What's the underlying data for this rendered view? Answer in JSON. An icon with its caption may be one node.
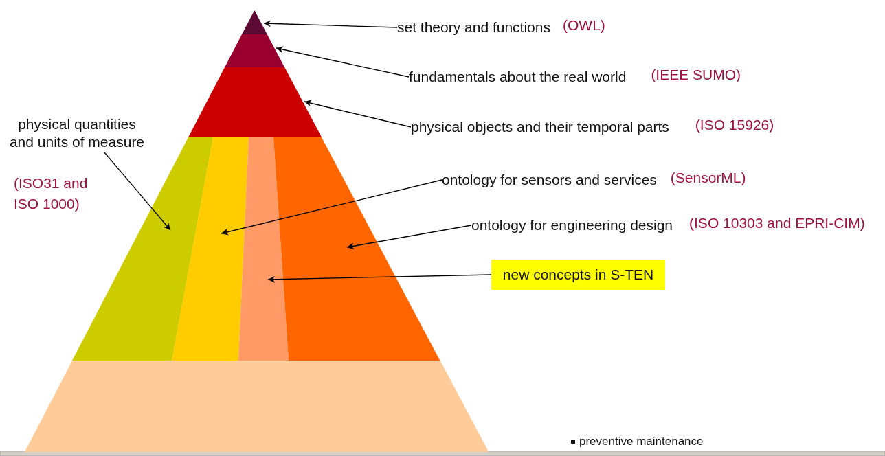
{
  "diagram": {
    "nodes": [
      {
        "text": [],
        "shape": "triangle"
      },
      {
        "text": [],
        "shape": "trapezoid"
      },
      {
        "text": [],
        "shape": "trapezoid"
      },
      {
        "text": [
          "physical quantities and units of measure"
        ]
      },
      {
        "text": [
          "set theory and functions"
        ],
        "beside": [
          "(OWL)"
        ]
      },
      {
        "text": [
          "fundamentals about the real world"
        ],
        "beside": [
          "(IEEE SUMO)"
        ]
      },
      {
        "text": [
          "physical objects and their temporal parts"
        ],
        "beside": [
          "(ISO 15926)"
        ]
      },
      {
        "text": [
          "ontology for sensors and services"
        ],
        "beside": [
          "(SensorML)"
        ]
      },
      {
        "text": [
          "ontology for engineering design"
        ],
        "beside": [
          "(ISO 10303 and EPRI-CIM)"
        ]
      },
      {
        "text": [
          "new concepts in S-TEN"
        ]
      },
      {
        "text": [],
        "shape": "trapezoid"
      },
      {
        "text": [],
        "shape": "trapezoid"
      },
      {
        "text": [],
        "shape": "trapezoid"
      },
      {
        "text": [],
        "shape": "trapezoid"
      },
      {
        "text": [],
        "shape": "trapezoid"
      }
    ],
    "edges": [
      {
        "from": 4,
        "to": 0,
        "arrow": "to"
      },
      {
        "from": 5,
        "to": 1,
        "arrow": "to"
      },
      {
        "from": 6,
        "to": 2,
        "arrow": "to"
      },
      {
        "from": 3,
        "to": 10,
        "arrow": "to"
      },
      {
        "from": 7,
        "to": 11,
        "arrow": "to"
      },
      {
        "from": 8,
        "to": 13,
        "arrow": "to"
      },
      {
        "from": 9,
        "to": 12,
        "arrow": "to"
      }
    ],
    "labels": [
      "(ISO31 and ISO 1000)",
      "preventive maintenance"
    ]
  }
}
